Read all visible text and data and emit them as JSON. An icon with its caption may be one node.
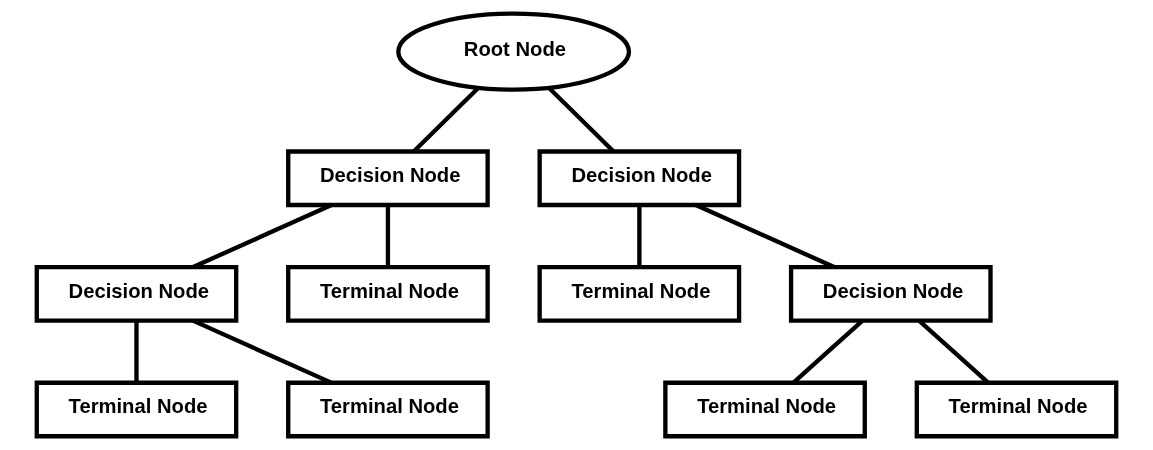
{
  "diagram": {
    "nodes": [
      {
        "text": [
          "Root Node"
        ]
      },
      {
        "text": [
          "Decision Node"
        ]
      },
      {
        "text": [
          "Decision Node"
        ]
      },
      {
        "text": [
          "Decision Node"
        ]
      },
      {
        "text": [
          "Terminal Node"
        ]
      },
      {
        "text": [
          "Terminal Node"
        ]
      },
      {
        "text": [
          "Decision Node"
        ]
      },
      {
        "text": [
          "Terminal Node"
        ]
      },
      {
        "text": [
          "Terminal Node"
        ]
      },
      {
        "text": [
          "Terminal Node"
        ]
      },
      {
        "text": [
          "Terminal Node"
        ]
      }
    ],
    "edges": [
      {
        "from": 0,
        "to": 1,
        "arrow": "none"
      },
      {
        "from": 0,
        "to": 2,
        "arrow": "none"
      },
      {
        "from": 1,
        "to": 3,
        "arrow": "none"
      },
      {
        "from": 1,
        "to": 4,
        "arrow": "none"
      },
      {
        "from": 2,
        "to": 5,
        "arrow": "none"
      },
      {
        "from": 2,
        "to": 6,
        "arrow": "none"
      },
      {
        "from": 3,
        "to": 7,
        "arrow": "none"
      },
      {
        "from": 3,
        "to": 8,
        "arrow": "none"
      },
      {
        "from": 6,
        "to": 9,
        "arrow": "none"
      },
      {
        "from": 6,
        "to": 10,
        "arrow": "none"
      }
    ]
  }
}
